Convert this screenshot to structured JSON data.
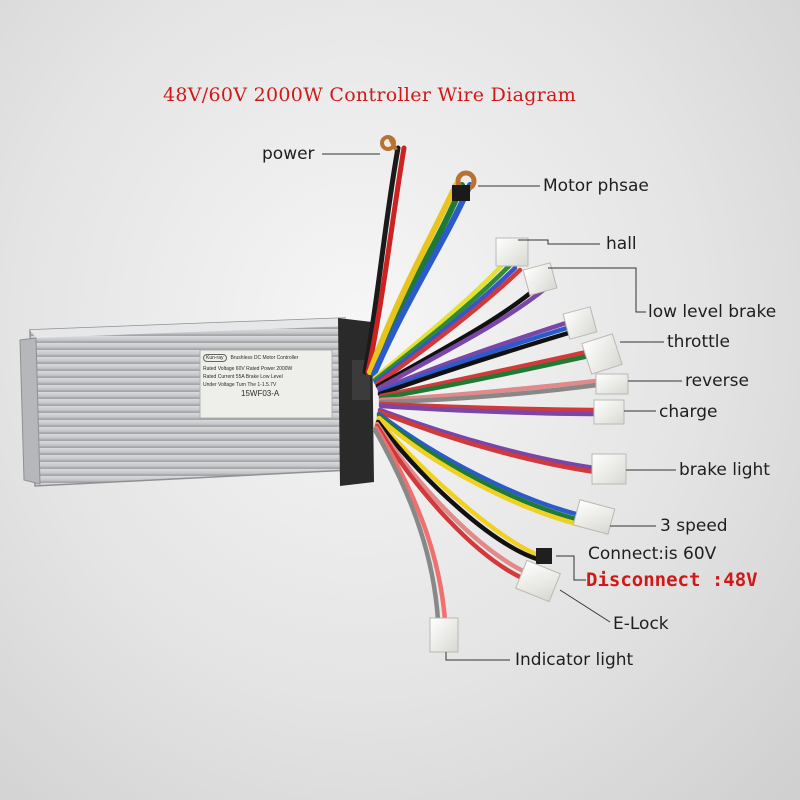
{
  "title": "48V/60V 2000W Controller Wire Diagram",
  "labels": {
    "power": "power",
    "motor_phase": "Motor phsae",
    "hall": "hall",
    "low_level_brake": "low level brake",
    "throttle": "throttle",
    "reverse": "reverse",
    "charge": "charge",
    "brake_light": "brake light",
    "three_speed": "3 speed",
    "connect_60v": "Connect:is 60V",
    "disconnect_48v": "Disconnect :48V",
    "e_lock": "E-Lock",
    "indicator_light": "Indicator light"
  },
  "controller": {
    "brand": "Kun-ray",
    "line1": "Brushless DC Motor Controller",
    "line2": "Rated Voltage 60V   Rated Power 2000W",
    "line3": "Rated Current 55A   Brake Low Level",
    "line4": "Under Voltage Turn The 1-1.5.7V",
    "model": "15WF03-A"
  },
  "colors": {
    "title": "#d11818",
    "label": "#1e1e1e",
    "housing": "#c4c6c8",
    "connector": "#f2f2ee"
  }
}
